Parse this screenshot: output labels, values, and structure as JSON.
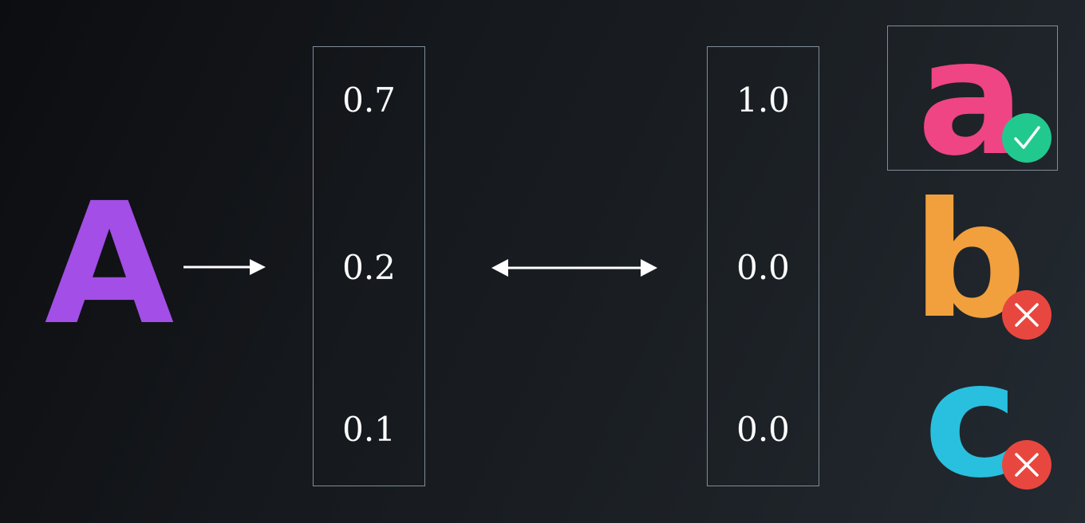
{
  "input": {
    "letter": "A",
    "color": "#a34ee6"
  },
  "prediction_vector": {
    "values": [
      "0.7",
      "0.2",
      "0.1"
    ]
  },
  "target_vector": {
    "values": [
      "1.0",
      "0.0",
      "0.0"
    ]
  },
  "candidates": [
    {
      "letter": "a",
      "color": "#ef4584",
      "status": "correct",
      "badge_color": "#22c98e",
      "badge_icon": "check-icon",
      "selected": true
    },
    {
      "letter": "b",
      "color": "#f2a03d",
      "status": "incorrect",
      "badge_color": "#e8473f",
      "badge_icon": "x-icon",
      "selected": false
    },
    {
      "letter": "c",
      "color": "#28c0de",
      "status": "incorrect",
      "badge_color": "#e8473f",
      "badge_icon": "x-icon",
      "selected": false
    }
  ]
}
